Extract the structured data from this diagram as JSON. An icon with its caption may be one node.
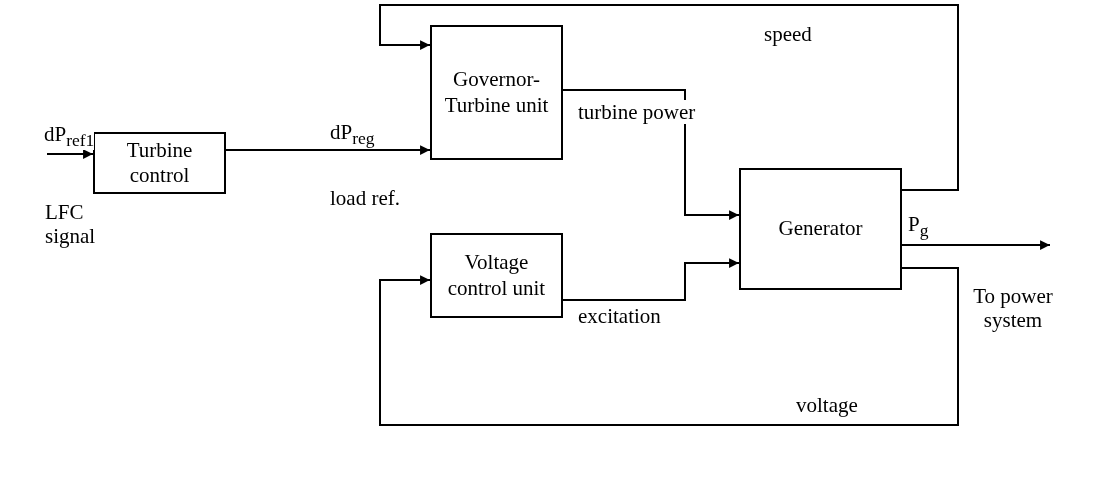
{
  "diagram": {
    "nodes": [
      {
        "text": [
          "Turbine control"
        ]
      },
      {
        "text": [
          "Governor- Turbine unit"
        ]
      },
      {
        "text": [
          "Generator"
        ]
      },
      {
        "text": [
          "Voltage control unit"
        ]
      }
    ],
    "edges": [
      {
        "from": null,
        "to": 0,
        "arrow": "to",
        "label": "dP$_{ref1}$"
      },
      {
        "from": 0,
        "to": 1,
        "arrow": "to",
        "label": "dP$_{reg}$"
      },
      {
        "from": 1,
        "to": 2,
        "arrow": "to",
        "label": "turbine power"
      },
      {
        "from": 3,
        "to": 2,
        "arrow": "to",
        "label": "excitation"
      },
      {
        "from": 2,
        "to": null,
        "arrow": "to",
        "label": "P$_{g}$"
      },
      {
        "from": 2,
        "to": 1,
        "arrow": "to",
        "label": "speed"
      },
      {
        "from": 2,
        "to": 3,
        "arrow": "to",
        "label": "voltage"
      }
    ],
    "labels": [
      "LFC signal",
      "load ref.",
      "To power system"
    ]
  }
}
